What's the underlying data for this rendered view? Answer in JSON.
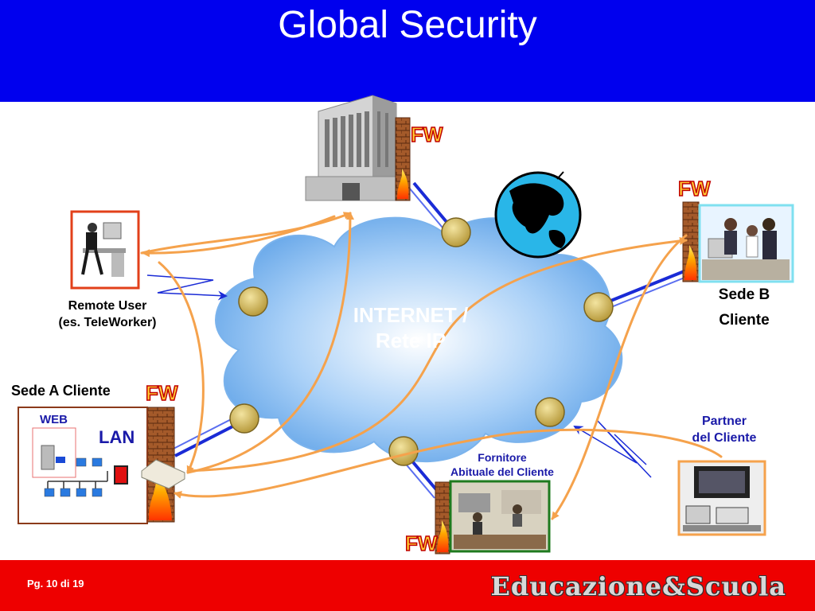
{
  "slide": {
    "title": "Global Security",
    "page_number": "Pg. 10 di 19",
    "brand": "Educazione&Scuola"
  },
  "diagram": {
    "cloud_label_line1": "INTERNET /",
    "cloud_label_line2": "Rete IP",
    "firewall_label": "FW",
    "remote_user_line1": "Remote User",
    "remote_user_line2": "(es. TeleWorker)",
    "sede_a": "Sede A Cliente",
    "web": "WEB",
    "lan": "LAN",
    "sede_b_line1": "Sede B",
    "sede_b_line2": "Cliente",
    "partner_line1": "Partner",
    "partner_line2": "del Cliente",
    "fornitore_line1": "Fornitore",
    "fornitore_line2": "Abituale del Cliente"
  },
  "colors": {
    "header": "#0000ee",
    "footer": "#ee0000",
    "cloud": "#9ec8f4",
    "link_line": "#1a2bd6",
    "flow_arrow": "#f5a24c",
    "router": "#d9c56a",
    "firewall_brick": "#a0522d",
    "partner_text": "#1a1aa8"
  }
}
